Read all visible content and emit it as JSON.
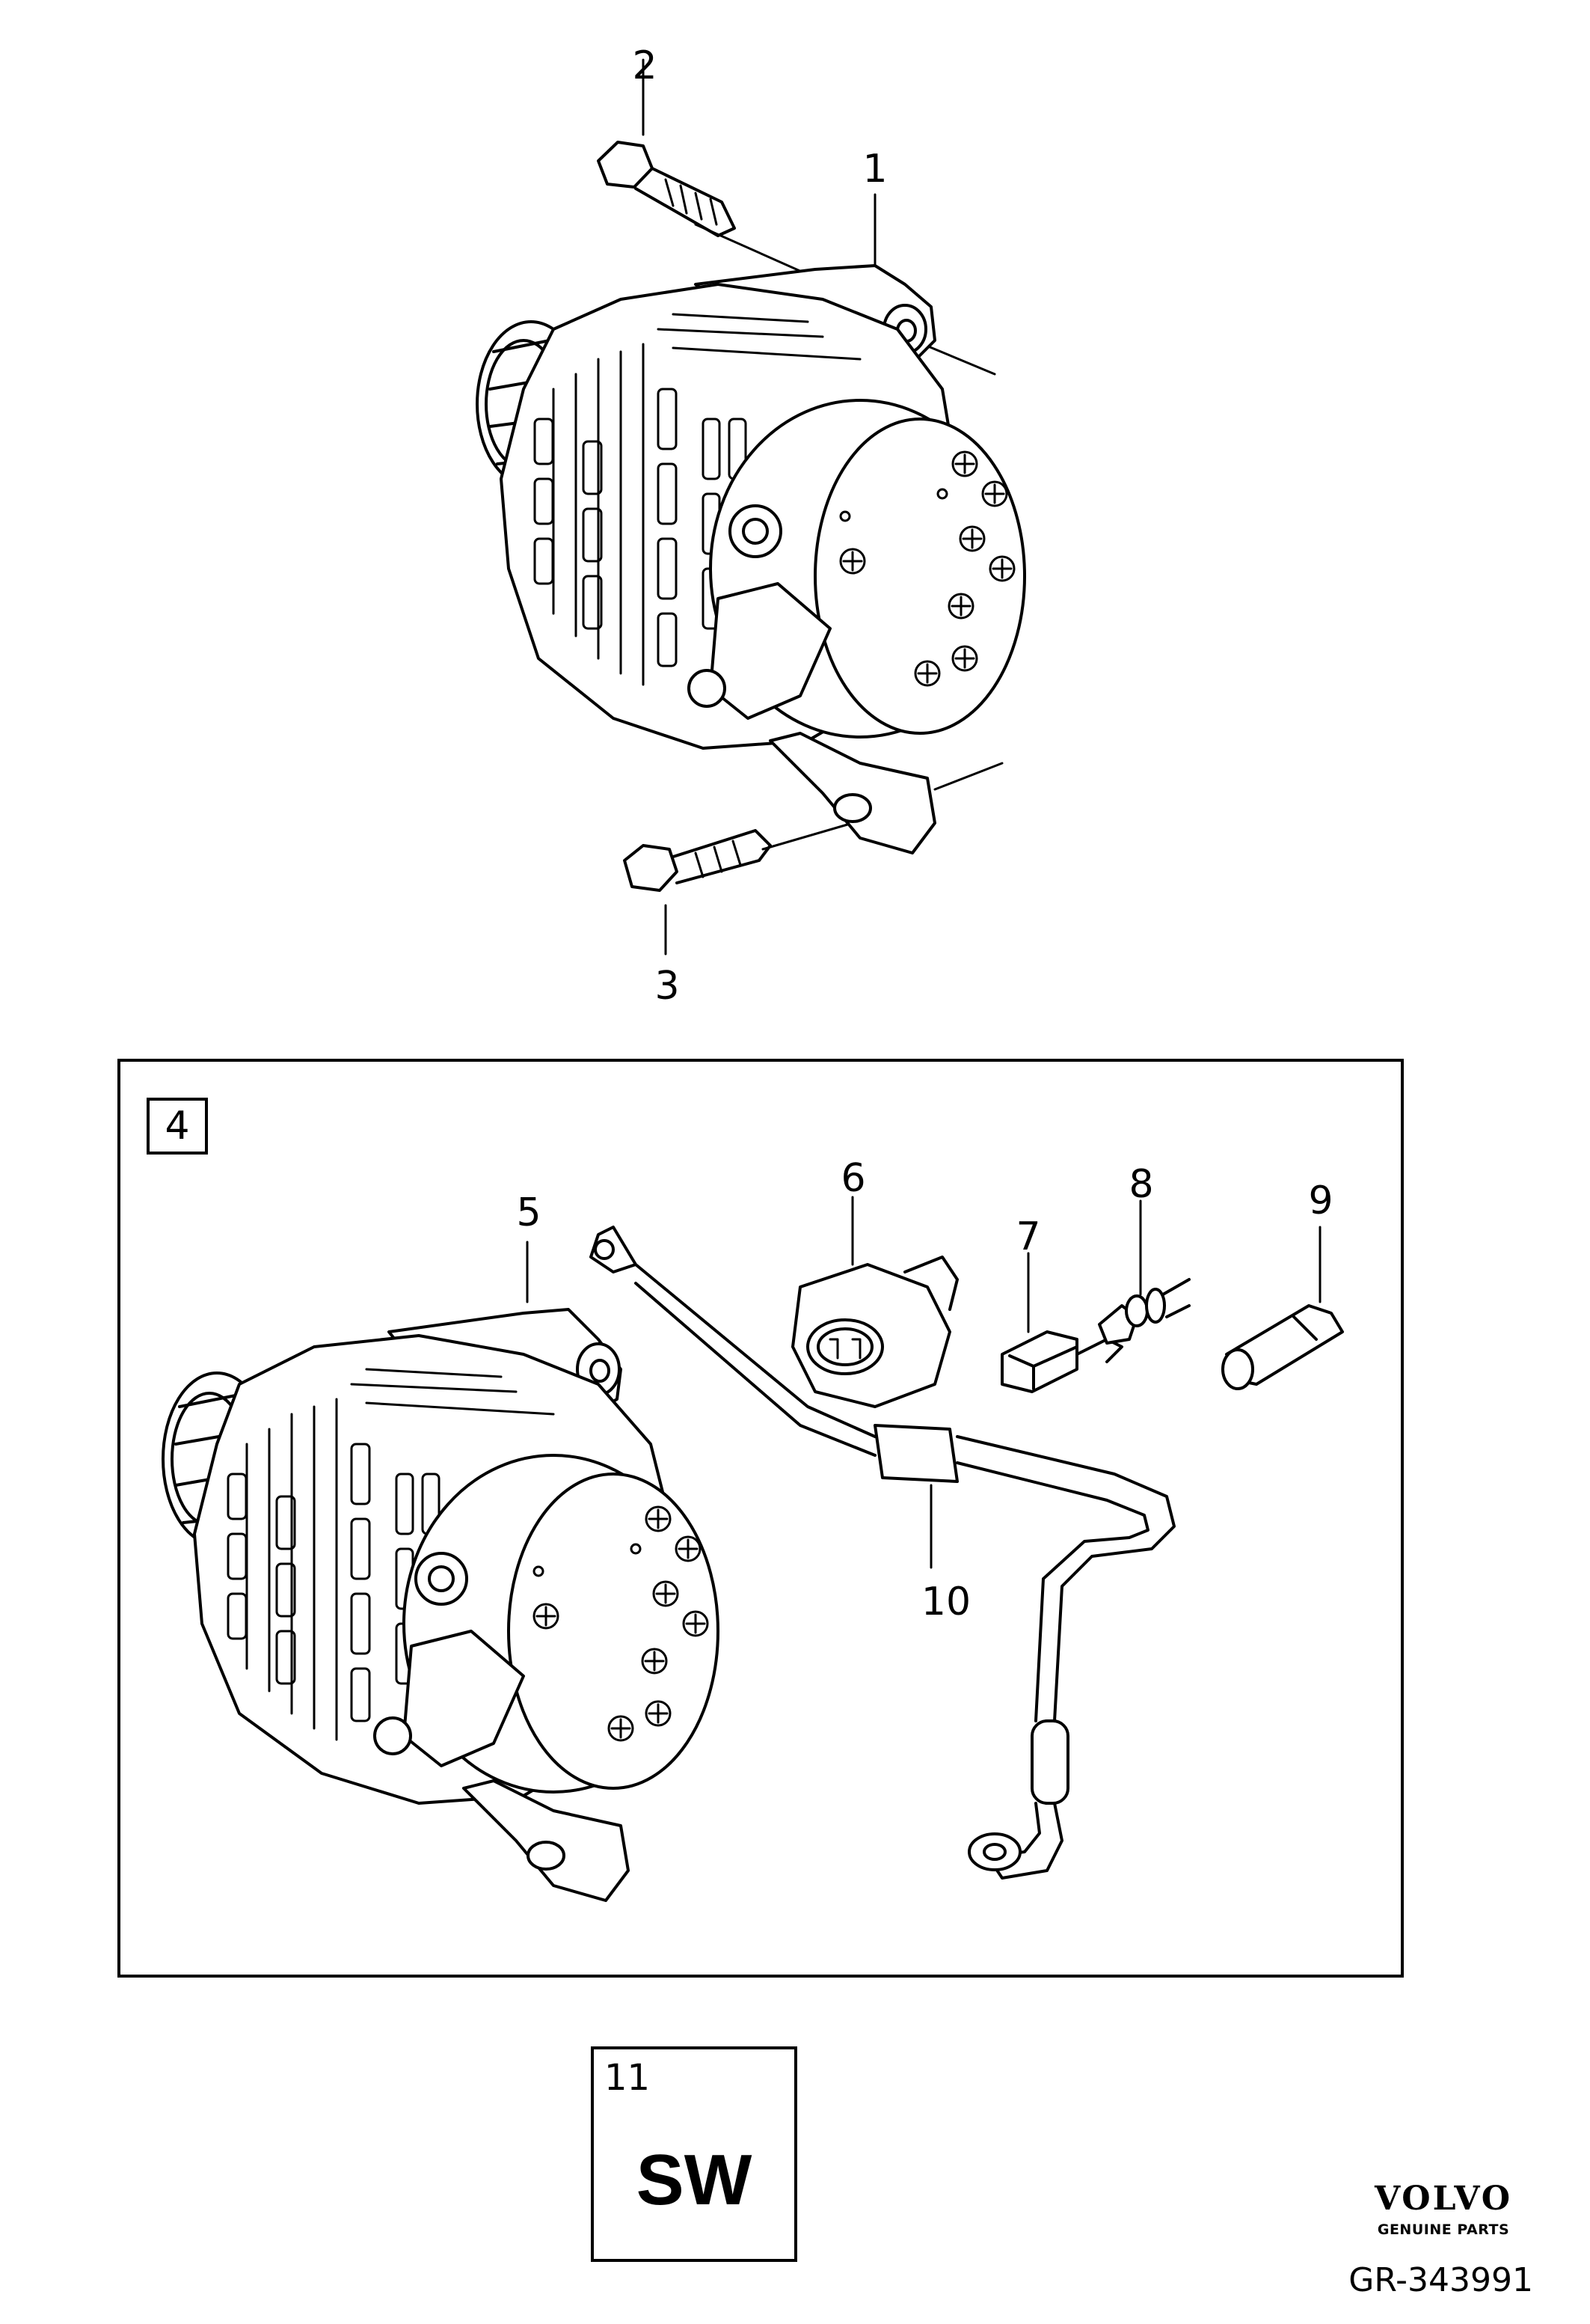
{
  "callouts": {
    "c1": "1",
    "c2": "2",
    "c3": "3",
    "c4": "4",
    "c5": "5",
    "c6": "6",
    "c7": "7",
    "c8": "8",
    "c9": "9",
    "c10": "10",
    "c11": "11"
  },
  "sw_label": "SW",
  "brand": {
    "name": "VOLVO",
    "tagline": "GENUINE PARTS"
  },
  "reference": "GR-343991"
}
